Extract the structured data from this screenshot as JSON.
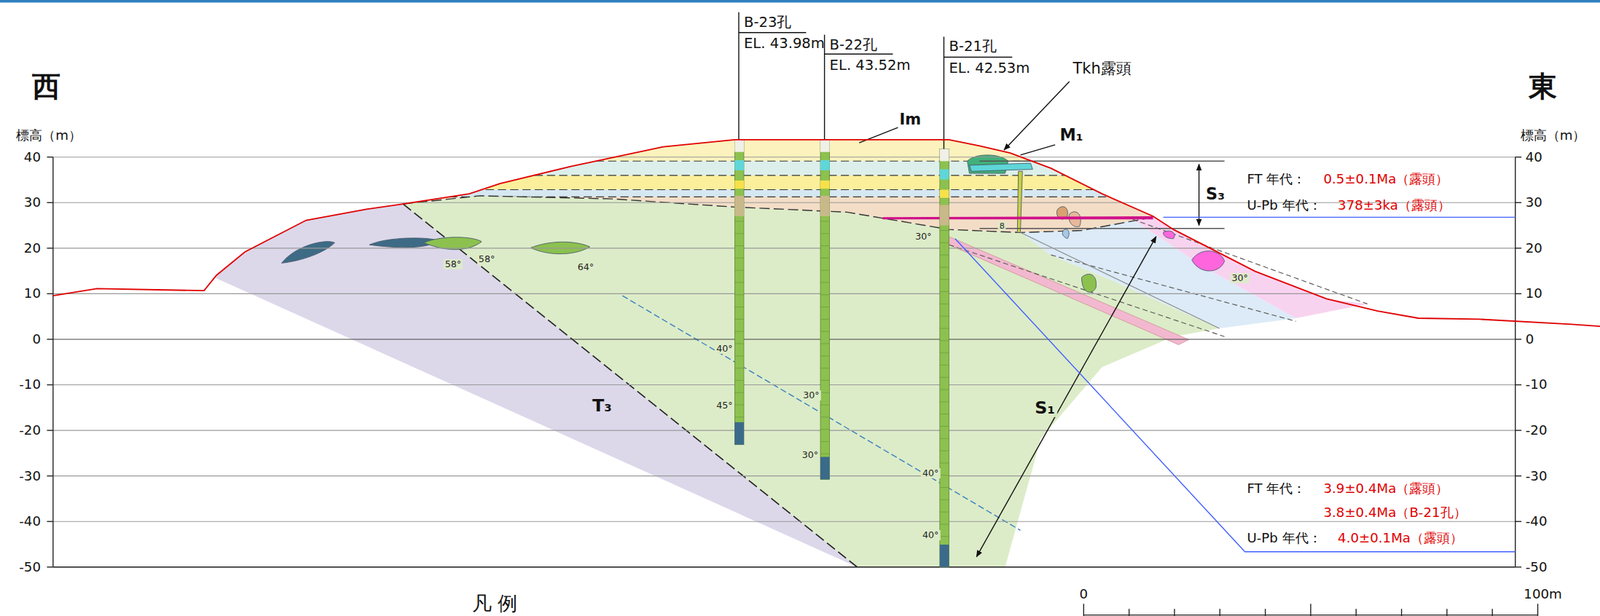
{
  "diagram": {
    "labels": [
      "西",
      "東",
      "標高（m）",
      "標高（m）",
      "40",
      "30",
      "20",
      "10",
      "0",
      "-10",
      "-20",
      "-30",
      "-40",
      "-50",
      "40",
      "30",
      "20",
      "10",
      "0",
      "-10",
      "-20",
      "-30",
      "-40",
      "-50",
      "B-23孔",
      "EL. 43.98m",
      "B-22孔",
      "EL. 43.52m",
      "B-21孔",
      "EL. 42.53m",
      "Im",
      "Tkh露頭",
      "M₁",
      "S₃",
      "FT 年代：",
      "0.5±0.1Ma（露頭）",
      "U-Pb 年代：",
      "378±3ka（露頭）",
      "FT 年代：",
      "3.9±0.4Ma（露頭）",
      "3.8±0.4Ma（B-21孔）",
      "U-Pb 年代：",
      "4.0±0.1Ma（露頭）",
      "T₃",
      "S₁",
      "58°",
      "58°",
      "64°",
      "40°",
      "45°",
      "30°",
      "30°",
      "40°",
      "40°",
      "30°",
      "30°",
      "8",
      "凡 例",
      "0",
      "100m"
    ]
  }
}
